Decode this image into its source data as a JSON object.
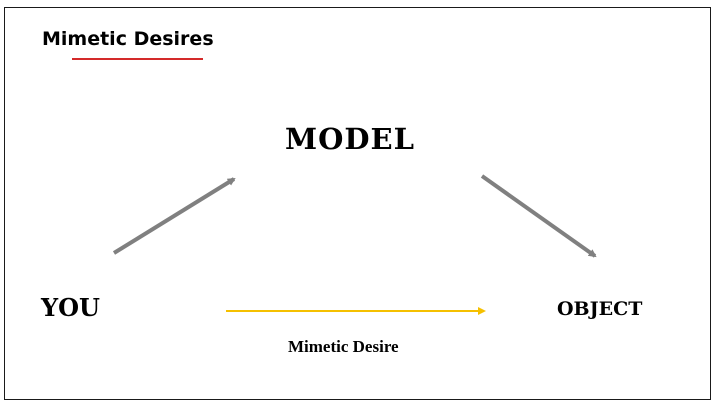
{
  "title": "Mimetic Desires",
  "nodes": {
    "model": "MODEL",
    "you": "YOU",
    "object": "OBJECT"
  },
  "edges": {
    "you_to_object_label": "Mimetic Desire"
  },
  "colors": {
    "title_underline": "#d42a2a",
    "arrow_gray": "#808080",
    "arrow_yellow": "#f5c000",
    "border": "#1a1a1a",
    "text": "#000000"
  }
}
